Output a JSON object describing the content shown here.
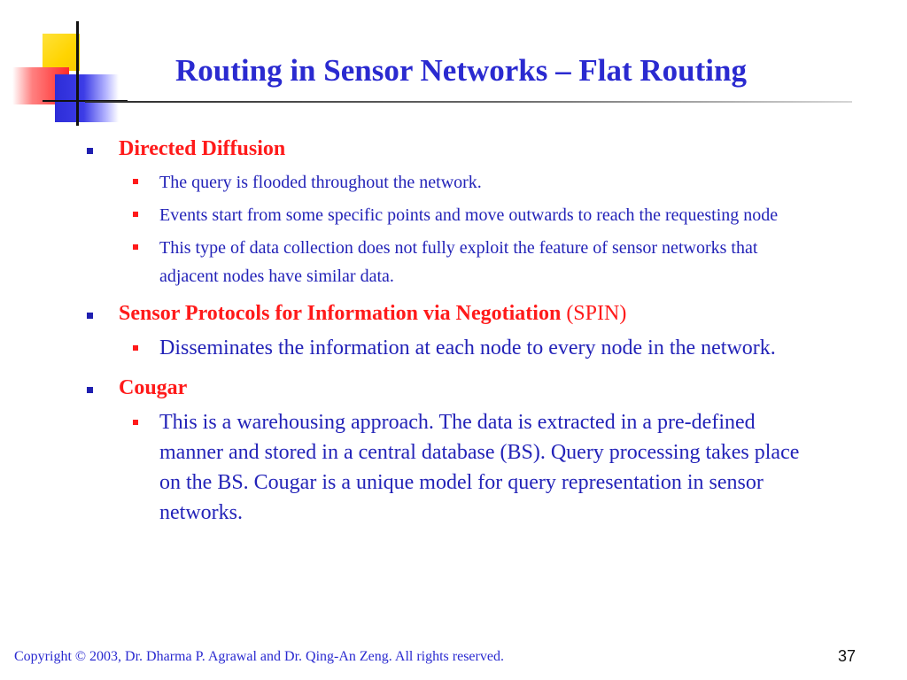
{
  "slide": {
    "title": "Routing in Sensor Networks – Flat Routing",
    "page_number": "37",
    "footer": "Copyright © 2003, Dr. Dharma P. Agrawal and Dr. Qing-An Zeng. All rights reserved.",
    "colors": {
      "title": "#2a2ad0",
      "heading": "#ff1a1a",
      "body": "#2323b8",
      "level1_bullet": "#1f1fb0",
      "level2_bullet": "#ff1a1a"
    },
    "icons": {
      "logo": "decorative-squares-logo",
      "level1_marker": "square-bullet-icon",
      "level2_marker": "square-bullet-icon"
    }
  },
  "content": {
    "sections": [
      {
        "heading": "Directed Diffusion",
        "items": [
          "The query is flooded throughout the network.",
          "Events start from some specific points and move outwards to reach the requesting node",
          "This type of data collection does not fully exploit the feature of sensor networks that adjacent nodes have similar data."
        ]
      },
      {
        "heading": "Sensor Protocols for Information via Negotiation",
        "heading_suffix": " (SPIN)",
        "items": [
          "Disseminates the information at each node to every node in the network."
        ]
      },
      {
        "heading": "Cougar",
        "items": [
          "This is a warehousing approach. The data is extracted in a pre-defined manner and stored in a central database (BS). Query processing takes place on the BS. Cougar is a unique model for query representation in sensor networks."
        ]
      }
    ]
  }
}
